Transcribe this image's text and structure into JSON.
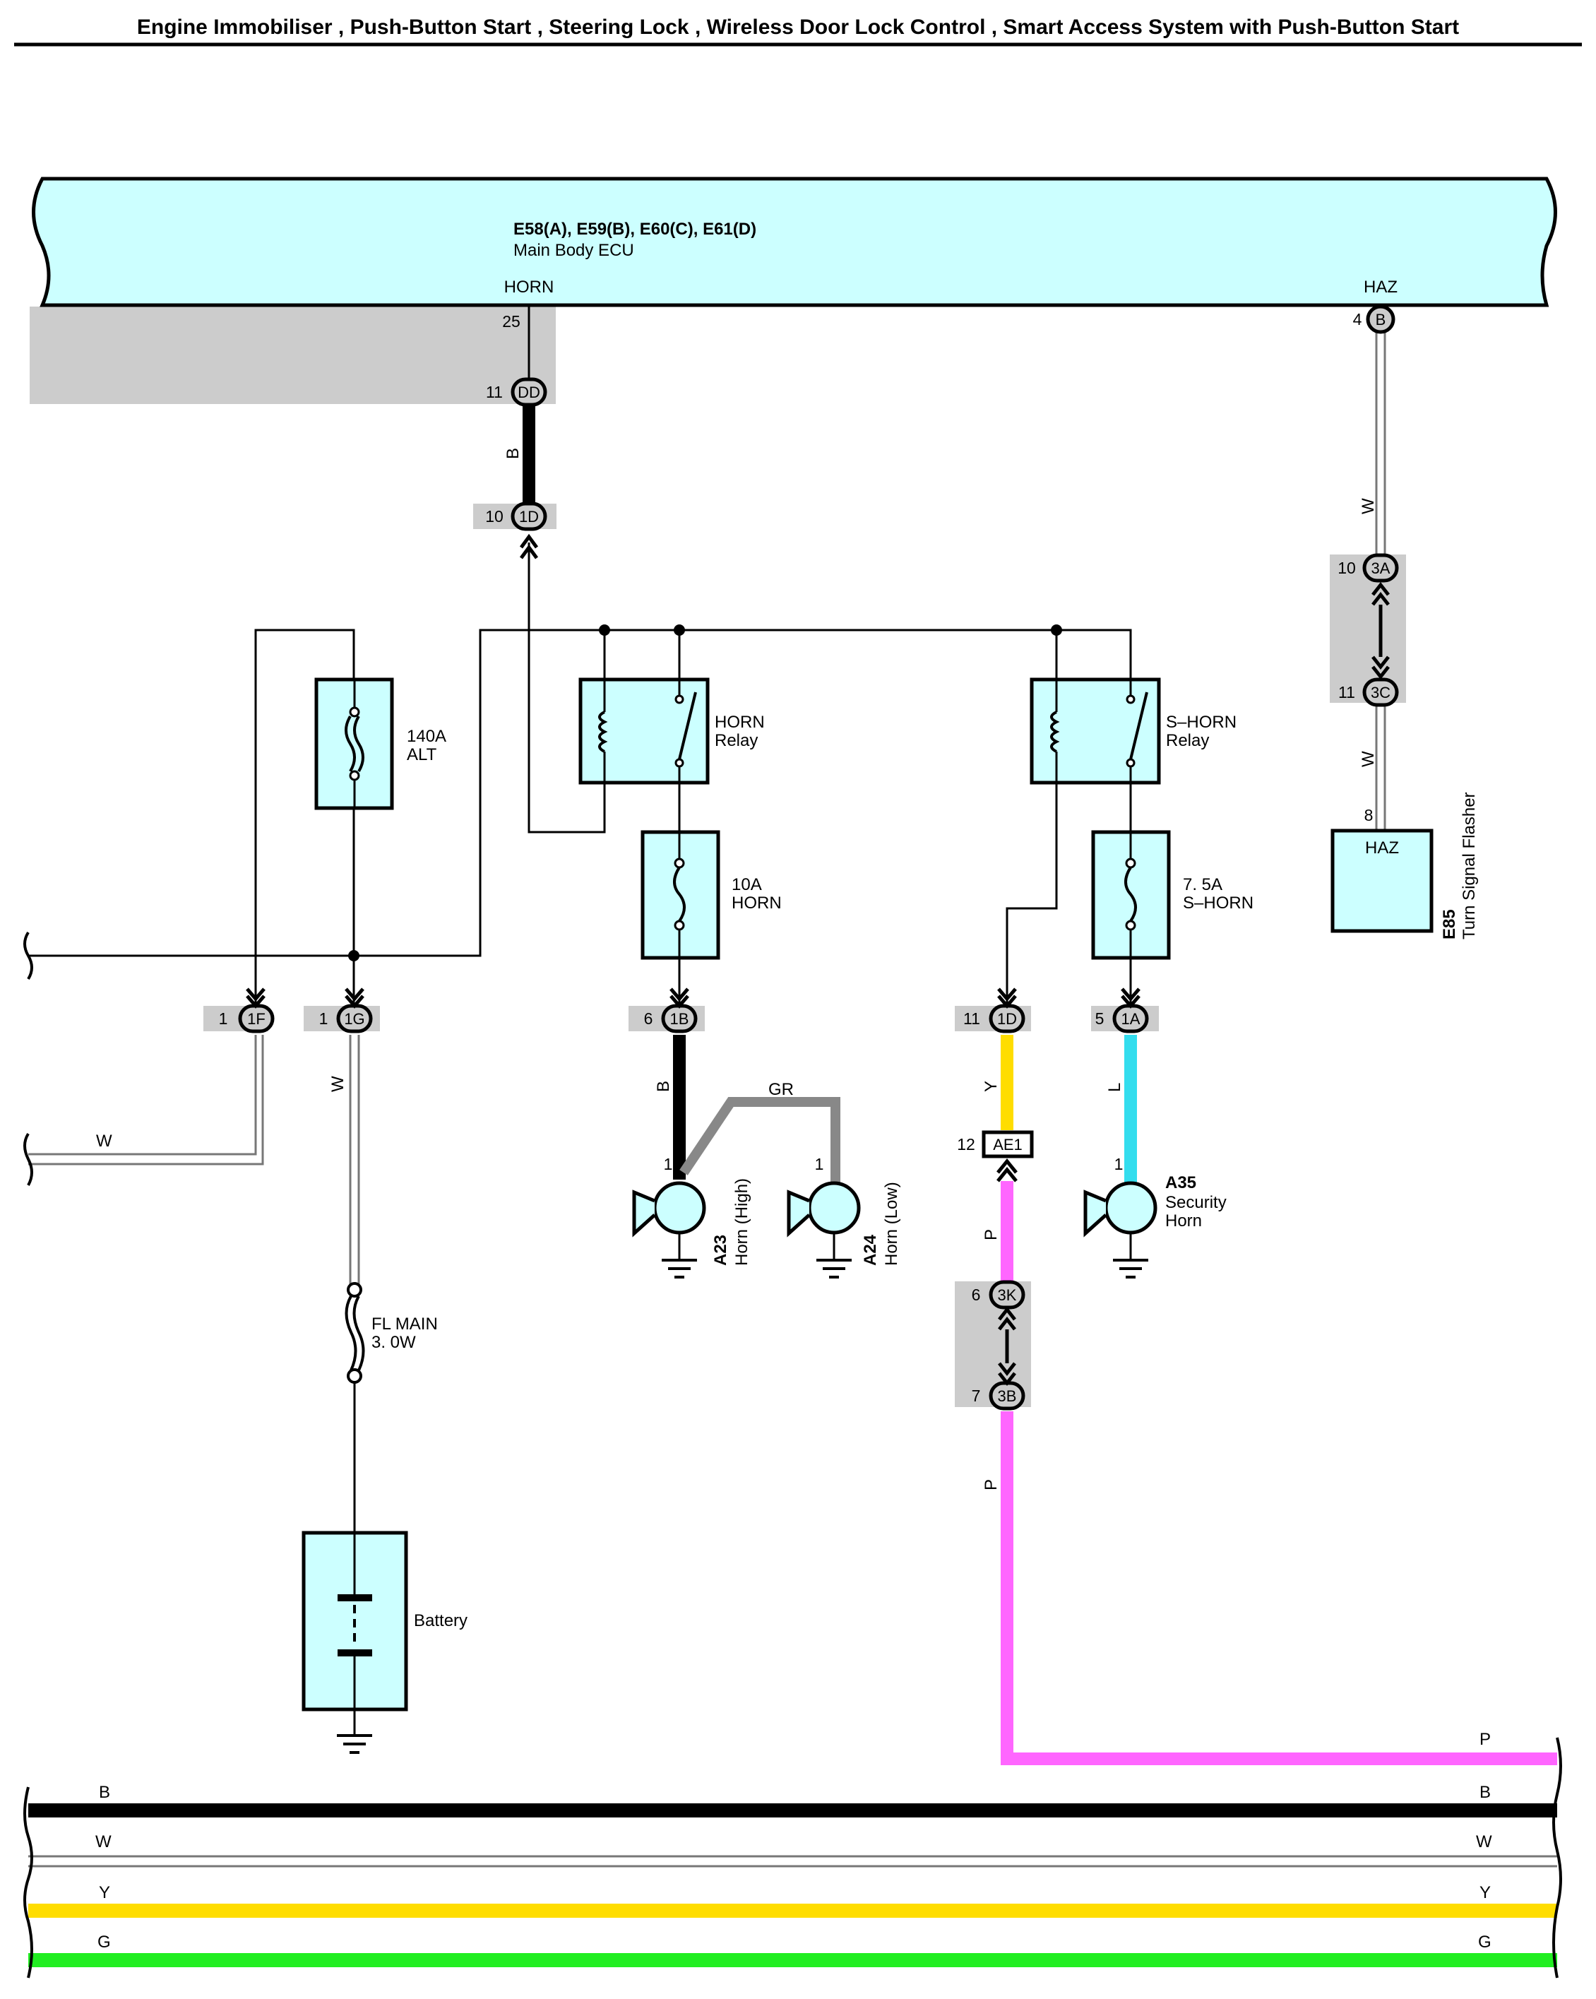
{
  "title": "Engine Immobiliser , Push-Button Start , Steering Lock , Wireless Door Lock Control , Smart Access System with Push-Button Start",
  "ecu": {
    "codes": "E58(A), E59(B), E60(C), E61(D)",
    "name": "Main Body ECU",
    "terminal_horn": "HORN",
    "terminal_haz": "HAZ"
  },
  "pins": {
    "p25": "25",
    "p11": "11",
    "p10": "10",
    "p4": "4",
    "p10b": "10",
    "p11b": "11",
    "p8": "8",
    "p1a": "1",
    "p1b": "1",
    "p6": "6",
    "p11c": "11",
    "p5": "5",
    "p12": "12",
    "p1c": "1",
    "p1d": "1",
    "p1e": "1",
    "p6b": "6",
    "p7": "7"
  },
  "connectors": {
    "dd": "DD",
    "d1": "1D",
    "b": "B",
    "c3a": "3A",
    "c3c": "3C",
    "c1f": "1F",
    "c1g": "1G",
    "c1b": "1B",
    "c1d": "1D",
    "c1a": "1A",
    "ae1": "AE1",
    "c3k": "3K",
    "c3b": "3B"
  },
  "wires": {
    "b_ecu": "B",
    "w_haz": "W",
    "w_flasher": "W",
    "w_main": "W",
    "w_left": "W",
    "b_horn": "B",
    "gr": "GR",
    "y": "Y",
    "l": "L",
    "p1": "P",
    "p2": "P"
  },
  "components": {
    "fuse_alt": [
      "140A",
      "ALT"
    ],
    "horn_relay": [
      "HORN",
      "Relay"
    ],
    "shorn_relay": [
      "S–HORN",
      "Relay"
    ],
    "fuse_horn": [
      "10A",
      "HORN"
    ],
    "fuse_shorn": [
      "7. 5A",
      "S–HORN"
    ],
    "flasher_term": "HAZ",
    "flasher_code": "E85",
    "flasher_name": "Turn Signal Flasher",
    "fl_main": [
      "FL MAIN",
      "3. 0W"
    ],
    "battery": "Battery",
    "a23_code": "A23",
    "a23_name": "Horn (High)",
    "a24_code": "A24",
    "a24_name": "Horn (Low)",
    "a35_code": "A35",
    "a35_name": [
      "Security",
      "Horn"
    ]
  },
  "bus": {
    "p": "P",
    "b_left": "B",
    "b_right": "B",
    "w_left": "W",
    "w_right": "W",
    "y_left": "Y",
    "y_right": "Y",
    "g_left": "G",
    "g_right": "G"
  },
  "colors": {
    "black": "#000000",
    "gray_wire": "#888888",
    "yellow": "#ffdd00",
    "cyan": "#33ddee",
    "pink": "#ff66ff",
    "green": "#22ee22",
    "component_fill": "#ccffff",
    "shade": "#cccccc"
  }
}
